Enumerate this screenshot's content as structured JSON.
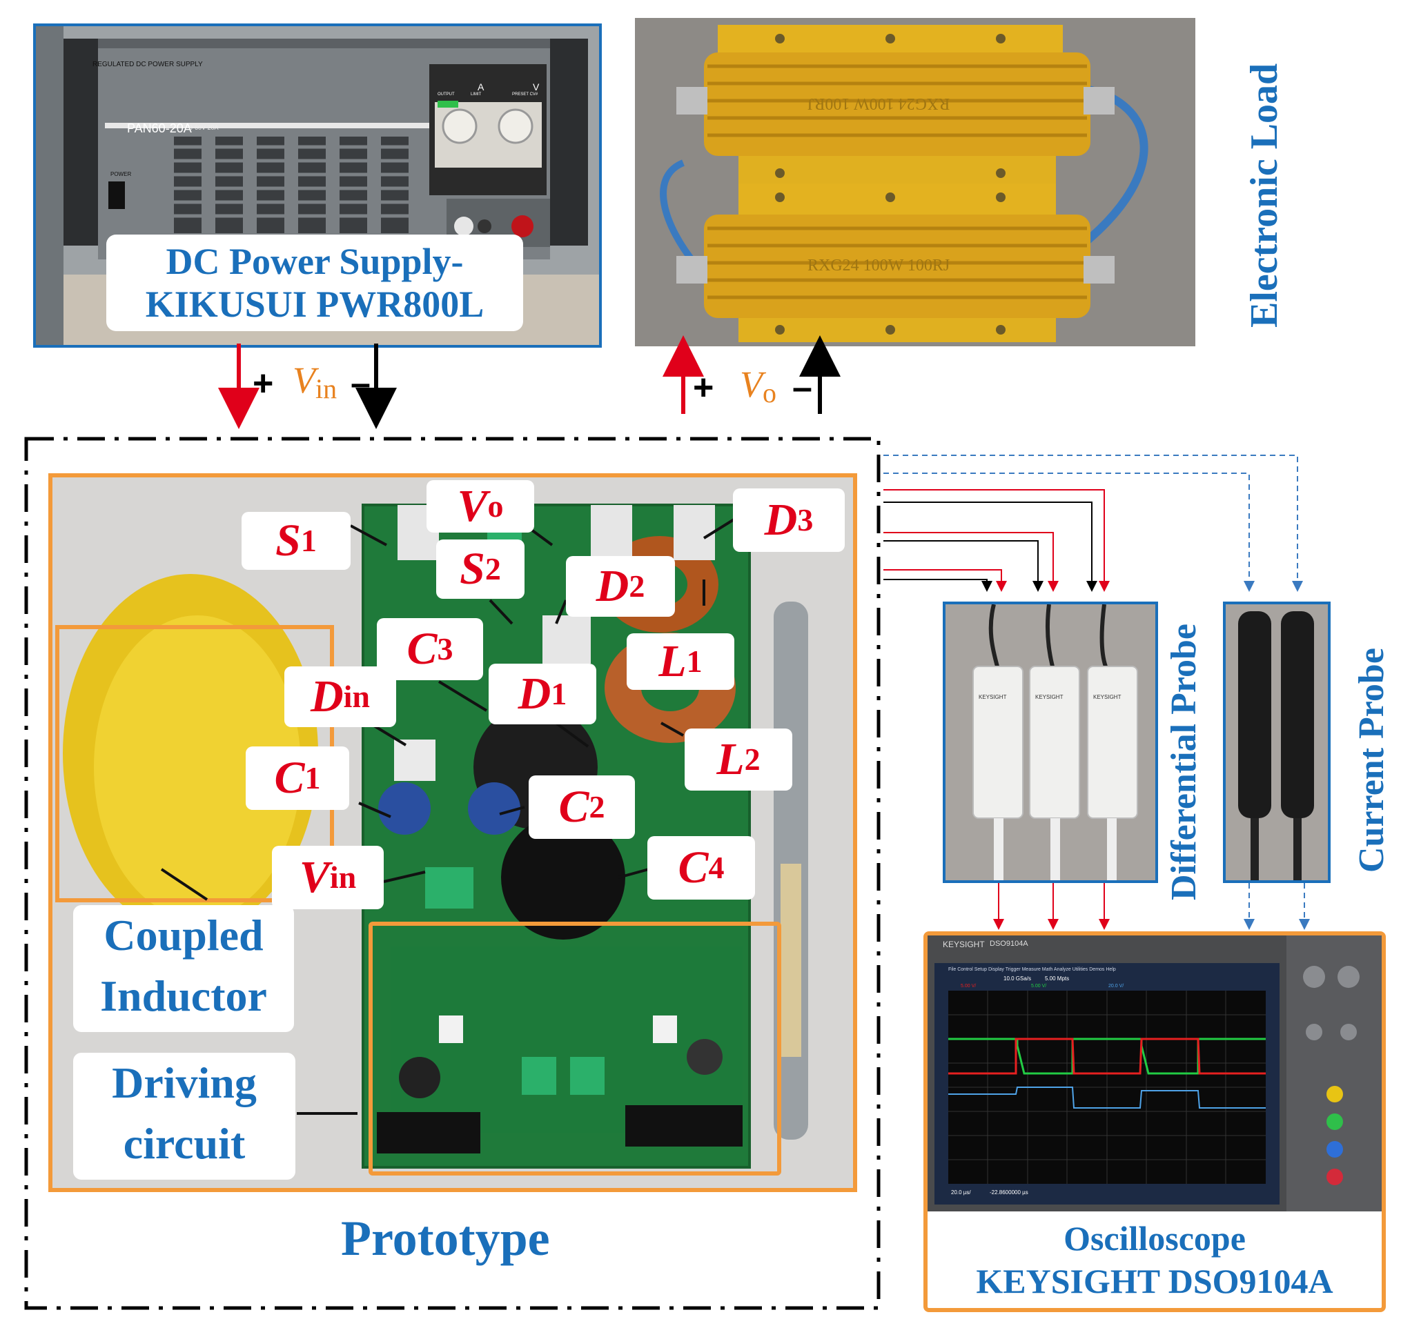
{
  "power_supply": {
    "label_line1": "DC Power Supply-",
    "label_line2": "KIKUSUI PWR800L",
    "panel_title": "REGULATED DC POWER SUPPLY",
    "model": "PAN60-20A",
    "spec": "0-60V 20A",
    "power_text": "POWER",
    "knob_header_a": "A",
    "knob_header_v": "V",
    "knob_sub_output": "OUTPUT",
    "knob_sub_limit": "LIMIT",
    "knob_sub_preset": "PRESET CV#"
  },
  "electronic_load": {
    "label": "Electronic Load",
    "resistor_text": "RXG24 100W 100RJ"
  },
  "terminals": {
    "plus": "+",
    "minus": "–",
    "vin_symbol": "V",
    "vin_sub": "in",
    "vo_symbol": "V",
    "vo_sub": "o"
  },
  "prototype": {
    "label": "Prototype",
    "coupled_inductor_line1": "Coupled",
    "coupled_inductor_line2": "Inductor",
    "driving_line1": "Driving",
    "driving_line2": "circuit",
    "components": [
      {
        "sym": "V",
        "sub": "o"
      },
      {
        "sym": "S",
        "sub": "1"
      },
      {
        "sym": "D",
        "sub": "3"
      },
      {
        "sym": "S",
        "sub": "2"
      },
      {
        "sym": "D",
        "sub": "2"
      },
      {
        "sym": "C",
        "sub": "3"
      },
      {
        "sym": "L",
        "sub": "1"
      },
      {
        "sym": "D",
        "sub": "in"
      },
      {
        "sym": "D",
        "sub": "1"
      },
      {
        "sym": "C",
        "sub": "1"
      },
      {
        "sym": "L",
        "sub": "2"
      },
      {
        "sym": "C",
        "sub": "2"
      },
      {
        "sym": "V",
        "sub": "in"
      },
      {
        "sym": "C",
        "sub": "4"
      }
    ]
  },
  "probes": {
    "differential_label": "Differential Probe",
    "current_label": "Current Probe",
    "brand": "KEYSIGHT"
  },
  "oscilloscope": {
    "label_line1": "Oscilloscope",
    "label_line2": "KEYSIGHT DSO9104A",
    "brand": "KEYSIGHT",
    "model": "DSO9104A",
    "menu": "File  Control  Setup  Display  Trigger  Measure  Math  Analyze  Utilities  Demos  Help",
    "sample_rate": "10.0 GSa/s",
    "memory": "5.00 Mpts",
    "timebase": "20.0 µs/",
    "delay": "-22.8600000 µs",
    "ch1_scale": "5.00 V/",
    "ch2_scale": "5.00 V/",
    "ch3_scale": "20.0 V/",
    "trace_colors": {
      "ch1": "#e62020",
      "ch2": "#22cc44",
      "ch3": "#4fa3e8"
    }
  },
  "colors": {
    "label_red": "#e0001a",
    "label_blue": "#1a6fba",
    "box_orange": "#f39a3a",
    "frame_blue": "#1a6fba",
    "voltage_orange": "#e8821f"
  }
}
